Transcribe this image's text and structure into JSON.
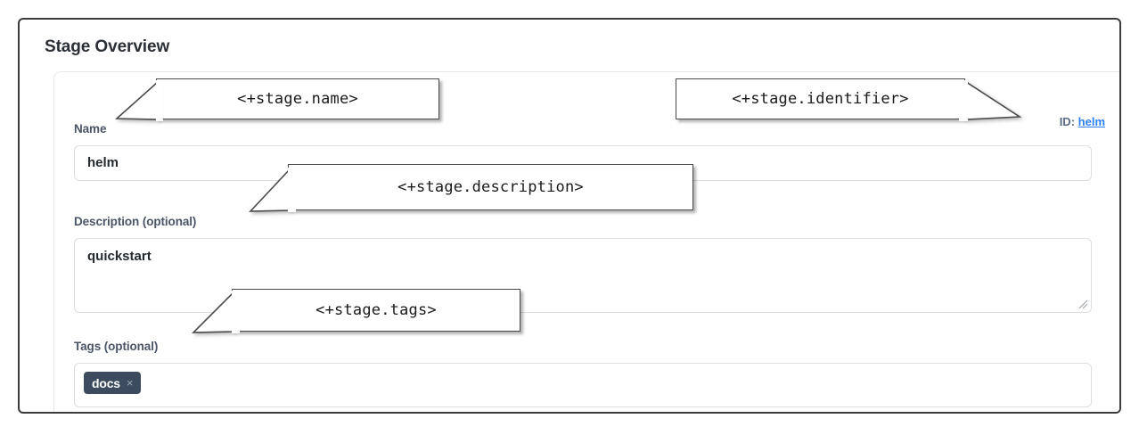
{
  "page": {
    "title": "Stage Overview"
  },
  "stage_id": {
    "label": "ID:",
    "value": "helm",
    "label_color": "#5a6b84",
    "value_color": "#2d7ff9"
  },
  "fields": [
    {
      "label": "Name",
      "value": "helm",
      "type": "text"
    },
    {
      "label": "Description (optional)",
      "value": "quickstart",
      "type": "textarea"
    },
    {
      "label": "Tags (optional)",
      "type": "tags",
      "tags": [
        {
          "text": "docs",
          "remove_glyph": "×"
        }
      ]
    }
  ],
  "annotations": [
    {
      "text": "<+stage.name>"
    },
    {
      "text": "<+stage.identifier>"
    },
    {
      "text": "<+stage.description>"
    },
    {
      "text": "<+stage.tags>"
    }
  ],
  "colors": {
    "frame_border": "#3b3b3b",
    "label": "#4a5568",
    "input_border": "#dcdee2",
    "tag_chip_bg": "#3c4c5e",
    "callout_border": "#4a4a4a"
  }
}
